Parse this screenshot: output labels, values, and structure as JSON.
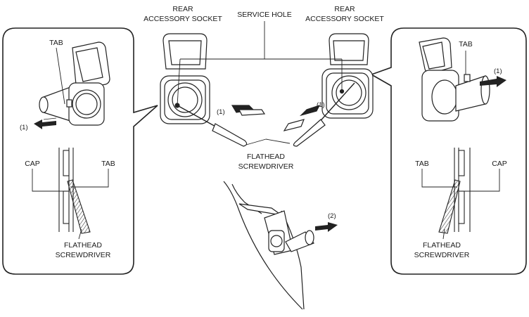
{
  "labels": {
    "rear_socket_left_line1": "REAR",
    "rear_socket_left_line2": "ACCESSORY SOCKET",
    "service_hole": "SERVICE HOLE",
    "rear_socket_right_line1": "REAR",
    "rear_socket_right_line2": "ACCESSORY SOCKET",
    "tab_left_top": "TAB",
    "step1_left_panel": "(1)",
    "cap_left": "CAP",
    "tab_left_bottom": "TAB",
    "flathead_left_line1": "FLATHEAD",
    "flathead_left_line2": "SCREWDRIVER",
    "step1_center_left": "(1)",
    "step1_center_right": "(1)",
    "flathead_center_line1": "FLATHEAD",
    "flathead_center_line2": "SCREWDRIVER",
    "step2": "(2)",
    "tab_right_top": "TAB",
    "step1_right_panel": "(1)",
    "tab_right_bottom": "TAB",
    "cap_right": "CAP",
    "flathead_right_line1": "FLATHEAD",
    "flathead_right_line2": "SCREWDRIVER"
  }
}
